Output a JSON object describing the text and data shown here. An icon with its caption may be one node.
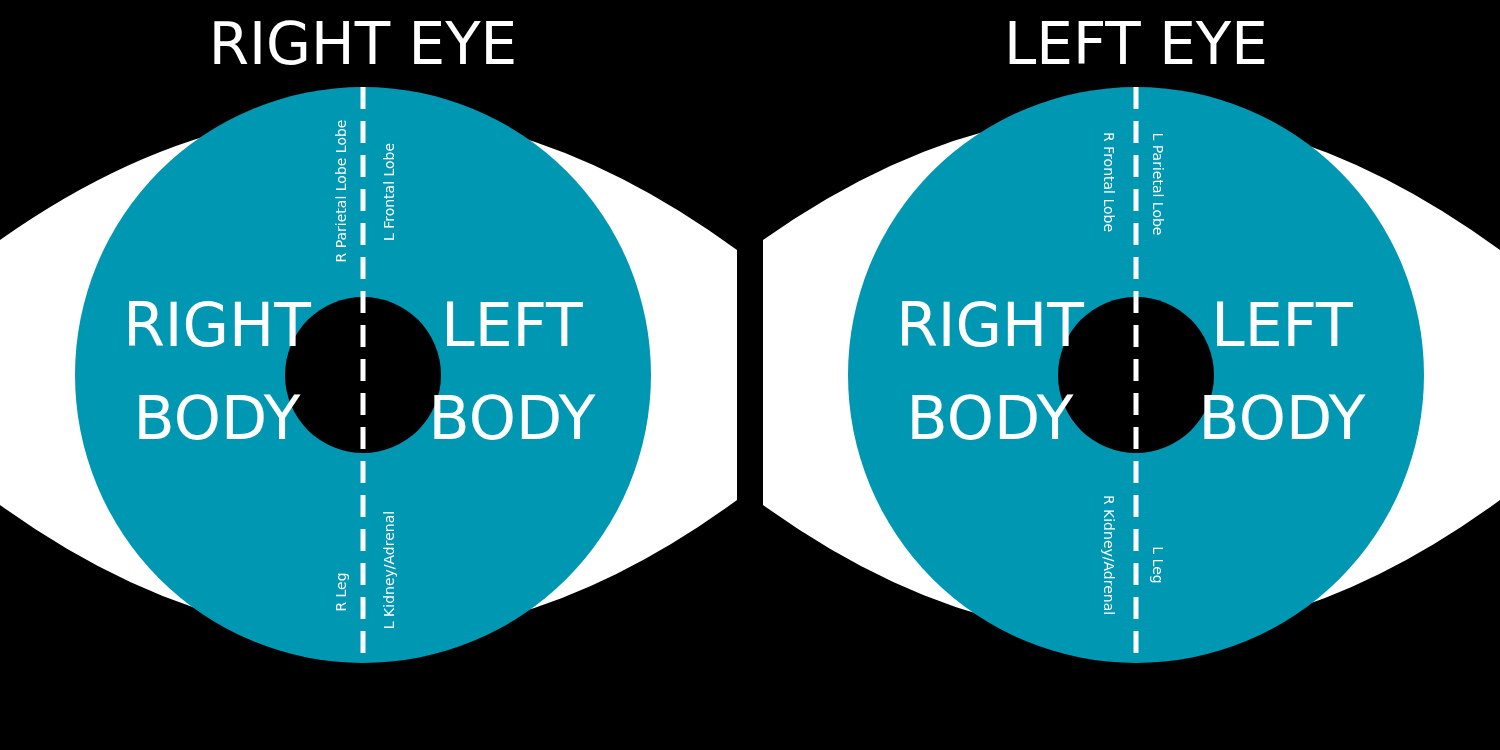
{
  "diagram": {
    "nodes": [
      {
        "text": [
          "RIGHT EYE",
          "R Parietal Lobe Lobe",
          "L Frontal Lobe",
          "RIGHT BODY",
          "LEFT BODY",
          "R Leg",
          "L Kidney/Adrenal"
        ]
      },
      {
        "text": [
          "LEFT EYE",
          "R Frontal Lobe",
          "L Parietal Lobe",
          "RIGHT BODY",
          "LEFT BODY",
          "R Kidney/Adrenal",
          "L Leg"
        ]
      }
    ],
    "edges": []
  }
}
